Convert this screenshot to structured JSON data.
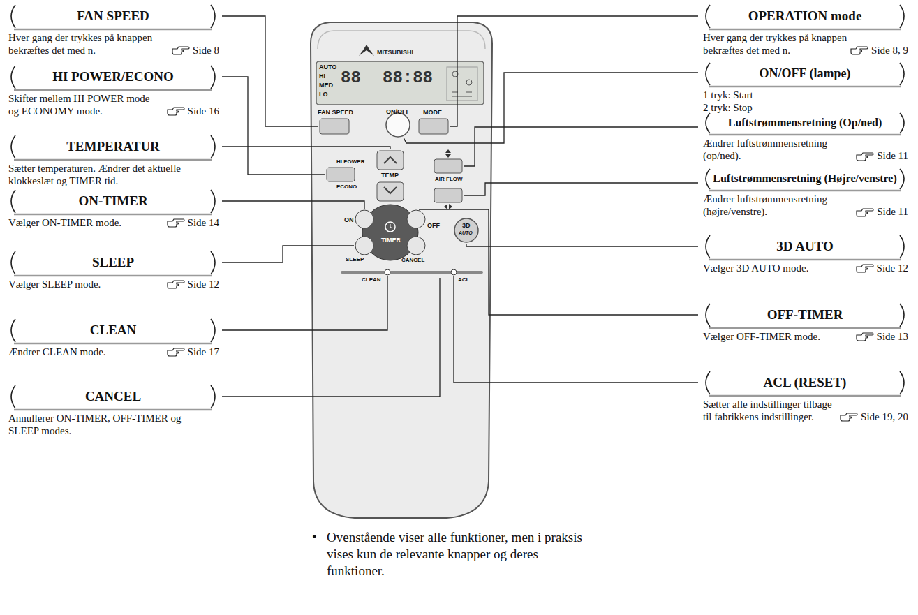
{
  "diagram": {
    "nodes": [
      {
        "text": [
          "FAN SPEED",
          "Hver gang der trykkes på knappen bekræftes det med n.",
          "Side 8"
        ]
      },
      {
        "text": [
          "HI POWER/ECONO",
          "Skifter mellem HI POWER mode og ECONOMY mode.",
          "Side 16"
        ]
      },
      {
        "text": [
          "TEMPERATUR",
          "Sætter temperaturen. Ændrer det aktuelle klokkeslæt og TIMER tid."
        ]
      },
      {
        "text": [
          "ON-TIMER",
          "Vælger ON-TIMER mode.",
          "Side 14"
        ]
      },
      {
        "text": [
          "SLEEP",
          "Vælger SLEEP mode.",
          "Side 12"
        ]
      },
      {
        "text": [
          "CLEAN",
          "Ændrer CLEAN mode.",
          "Side 17"
        ]
      },
      {
        "text": [
          "CANCEL",
          "Annullerer ON-TIMER, OFF-TIMER og SLEEP modes."
        ]
      },
      {
        "text": [
          "OPERATION mode",
          "Hver gang der trykkes på knappen bekræftes det med n.",
          "Side 8, 9"
        ]
      },
      {
        "text": [
          "ON/OFF (lampe)",
          "1 tryk: Start",
          "2 tryk: Stop"
        ]
      },
      {
        "text": [
          "Luftstrømmensretning (Op/ned)",
          "Ændrer luftstrømmensretning (op/ned).",
          "Side 11"
        ]
      },
      {
        "text": [
          "Luftstrømmensretning (Højre/venstre)",
          "Ændrer luftstrømmensretning (højre/venstre).",
          "Side 11"
        ]
      },
      {
        "text": [
          "3D AUTO",
          "Vælger 3D AUTO mode.",
          "Side 12"
        ]
      },
      {
        "text": [
          "OFF-TIMER",
          "Vælger OFF-TIMER mode.",
          "Side 13"
        ]
      },
      {
        "text": [
          "ACL (RESET)",
          "Sætter alle indstillinger tilbage til fabrikkens indstillinger.",
          "Side 19, 20"
        ]
      }
    ],
    "labels": [
      "MITSUBISHI",
      "AUTO",
      "HI",
      "MED",
      "LO",
      "88",
      "88:88",
      "FAN SPEED",
      "ON/OFF",
      "MODE",
      "HI POWER",
      "ECONO",
      "TEMP",
      "AIR FLOW",
      "3D",
      "AUTO",
      "ON",
      "OFF",
      "TIMER",
      "SLEEP",
      "CANCEL",
      "CLEAN",
      "ACL",
      "•",
      "Ovenstående viser alle funktioner, men i praksis vises kun de relevante knapper og deres funktioner."
    ]
  }
}
